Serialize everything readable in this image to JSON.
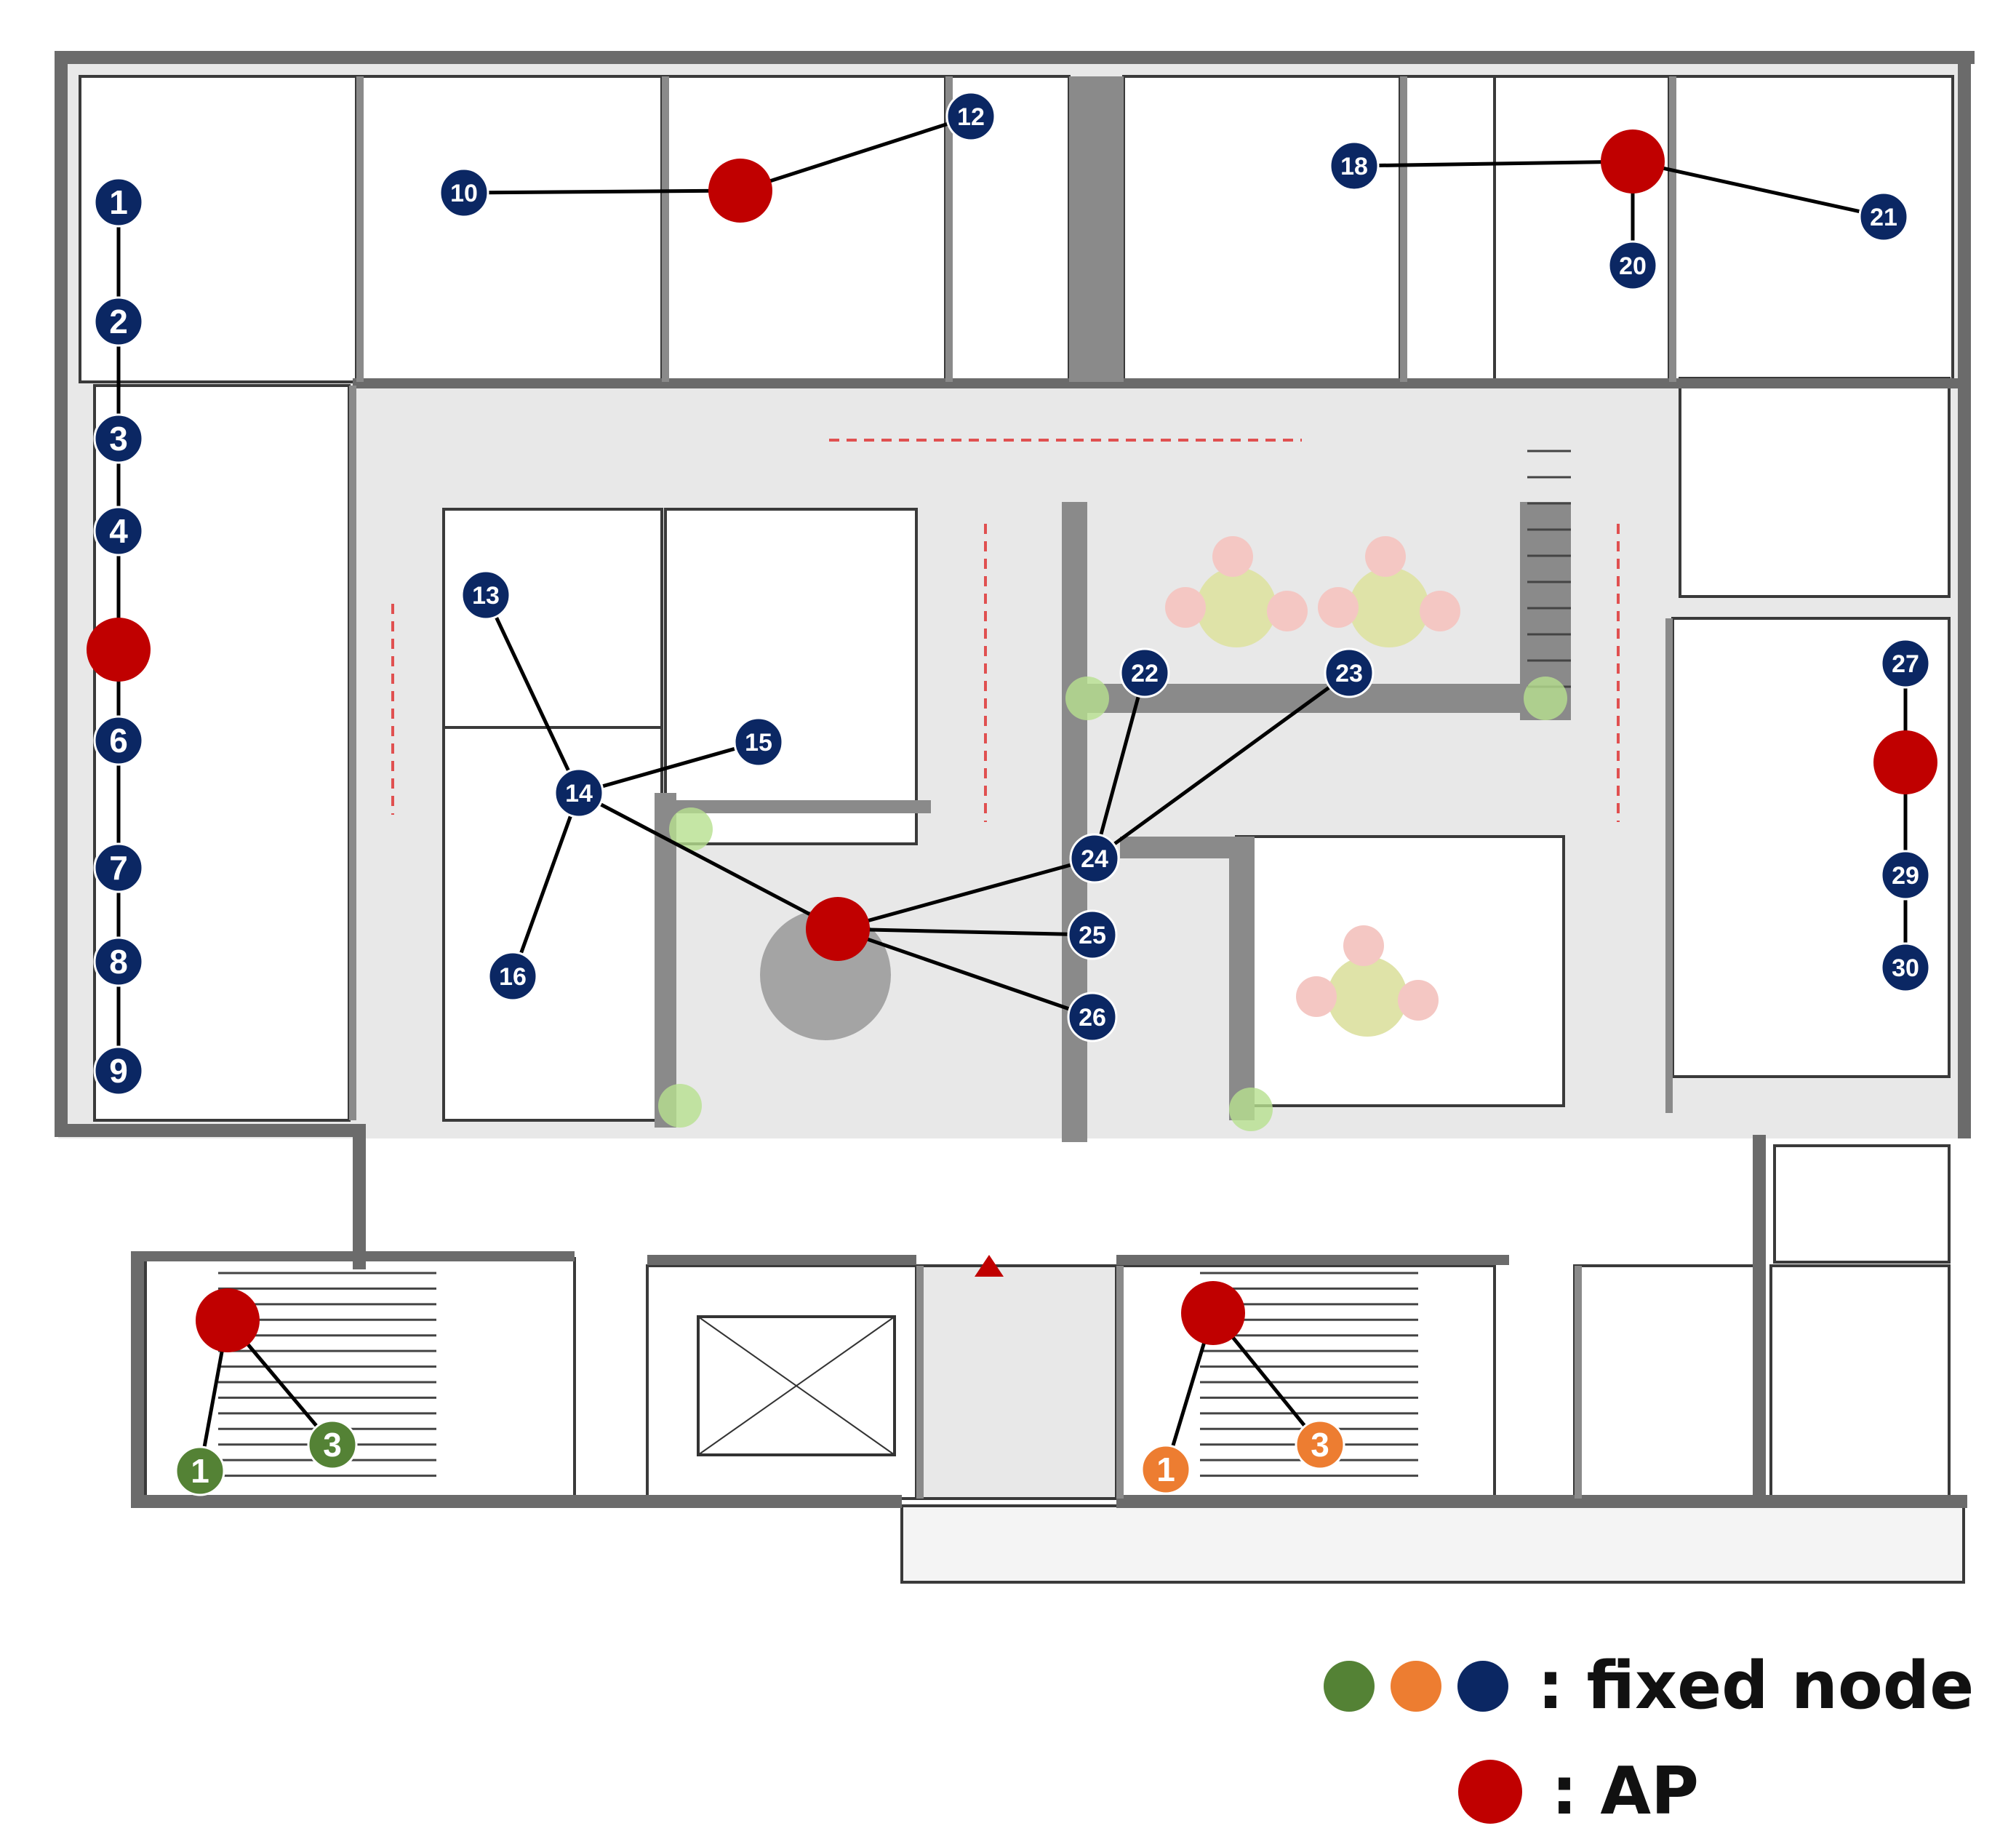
{
  "colors": {
    "wall": "#3a3a3a",
    "wall_fill": "#6b6b6b",
    "corridor": "#e8e8e8",
    "room": "#ffffff",
    "link": "#000000",
    "ap": "#c00000",
    "node_blue": "#0b2763",
    "node_green": "#548235",
    "node_orange": "#ed7d31",
    "arrow": "#e05050",
    "chair": "#f4c7c3",
    "table": "#dfe3a8",
    "plant": "#b7e08f"
  },
  "nodes": [
    {
      "id": "n1",
      "label": "1",
      "color": "node_blue"
    },
    {
      "id": "n2",
      "label": "2",
      "color": "node_blue"
    },
    {
      "id": "n3",
      "label": "3",
      "color": "node_blue"
    },
    {
      "id": "n4",
      "label": "4",
      "color": "node_blue"
    },
    {
      "id": "n6",
      "label": "6",
      "color": "node_blue"
    },
    {
      "id": "n7",
      "label": "7",
      "color": "node_blue"
    },
    {
      "id": "n8",
      "label": "8",
      "color": "node_blue"
    },
    {
      "id": "n9",
      "label": "9",
      "color": "node_blue"
    },
    {
      "id": "n10",
      "label": "10",
      "color": "node_blue"
    },
    {
      "id": "n12",
      "label": "12",
      "color": "node_blue"
    },
    {
      "id": "n13",
      "label": "13",
      "color": "node_blue"
    },
    {
      "id": "n14",
      "label": "14",
      "color": "node_blue"
    },
    {
      "id": "n15",
      "label": "15",
      "color": "node_blue"
    },
    {
      "id": "n16",
      "label": "16",
      "color": "node_blue"
    },
    {
      "id": "n18",
      "label": "18",
      "color": "node_blue"
    },
    {
      "id": "n20",
      "label": "20",
      "color": "node_blue"
    },
    {
      "id": "n21",
      "label": "21",
      "color": "node_blue"
    },
    {
      "id": "n22",
      "label": "22",
      "color": "node_blue"
    },
    {
      "id": "n23",
      "label": "23",
      "color": "node_blue"
    },
    {
      "id": "n24",
      "label": "24",
      "color": "node_blue"
    },
    {
      "id": "n25",
      "label": "25",
      "color": "node_blue"
    },
    {
      "id": "n26",
      "label": "26",
      "color": "node_blue"
    },
    {
      "id": "n27",
      "label": "27",
      "color": "node_blue"
    },
    {
      "id": "n29",
      "label": "29",
      "color": "node_blue"
    },
    {
      "id": "n30",
      "label": "30",
      "color": "node_blue"
    },
    {
      "id": "g1",
      "label": "1",
      "color": "node_green"
    },
    {
      "id": "g3",
      "label": "3",
      "color": "node_green"
    },
    {
      "id": "o1",
      "label": "1",
      "color": "node_orange"
    },
    {
      "id": "o3",
      "label": "3",
      "color": "node_orange"
    }
  ],
  "access_points": [
    "ap_left",
    "ap_top1",
    "ap_top2",
    "ap_center",
    "ap_right",
    "ap_stair_left",
    "ap_stair_right"
  ],
  "links": [
    [
      "n1",
      "n2"
    ],
    [
      "n2",
      "n3"
    ],
    [
      "n3",
      "n4"
    ],
    [
      "n4",
      "ap_left"
    ],
    [
      "ap_left",
      "n6"
    ],
    [
      "n6",
      "n7"
    ],
    [
      "n7",
      "n8"
    ],
    [
      "n8",
      "n9"
    ],
    [
      "n10",
      "ap_top1"
    ],
    [
      "ap_top1",
      "n12"
    ],
    [
      "n18",
      "ap_top2"
    ],
    [
      "ap_top2",
      "n20"
    ],
    [
      "ap_top2",
      "n21"
    ],
    [
      "n13",
      "n14"
    ],
    [
      "n14",
      "n15"
    ],
    [
      "n14",
      "n16"
    ],
    [
      "n14",
      "ap_center"
    ],
    [
      "ap_center",
      "n24"
    ],
    [
      "ap_center",
      "n25"
    ],
    [
      "ap_center",
      "n26"
    ],
    [
      "n24",
      "n22"
    ],
    [
      "n24",
      "n23"
    ],
    [
      "n27",
      "ap_right"
    ],
    [
      "ap_right",
      "n29"
    ],
    [
      "n29",
      "n30"
    ],
    [
      "ap_stair_left",
      "g1"
    ],
    [
      "ap_stair_left",
      "g3"
    ],
    [
      "ap_stair_right",
      "o1"
    ],
    [
      "ap_stair_right",
      "o3"
    ]
  ],
  "legend": {
    "fixed_node_text": ": fixed node",
    "ap_text": ": AP"
  }
}
